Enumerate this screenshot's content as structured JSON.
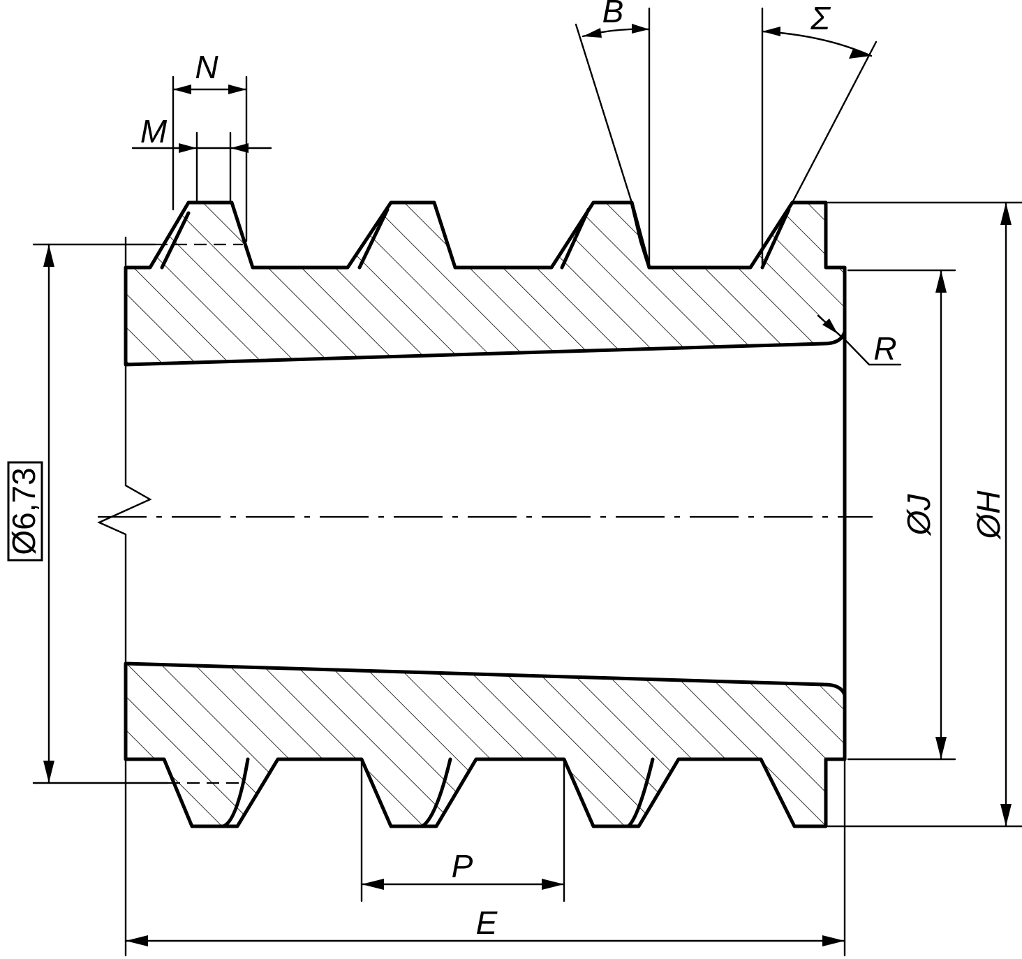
{
  "labels": {
    "b": "B",
    "sigma": "Σ",
    "n": "N",
    "m": "M",
    "r": "R",
    "p": "P",
    "e": "E",
    "dia_j": "ØJ",
    "dia_h": "ØH",
    "dia_basic": "Ø6,73"
  },
  "colors": {
    "line": "#000000",
    "background": "#ffffff"
  }
}
